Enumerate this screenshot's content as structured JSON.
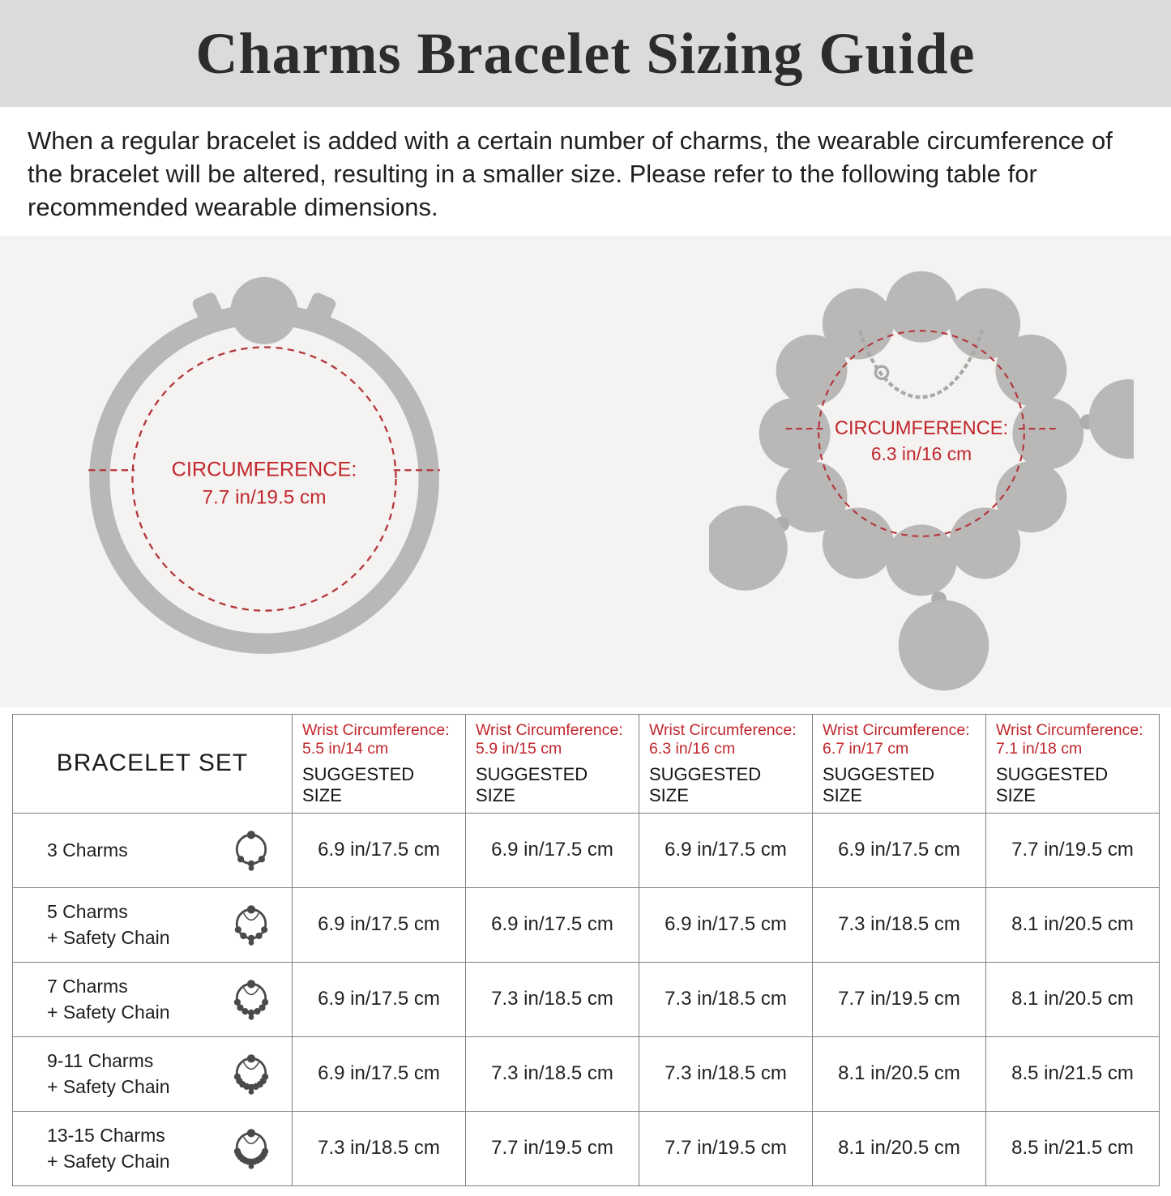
{
  "title": "Charms Bracelet Sizing Guide",
  "intro": "When a regular bracelet is added with a certain number of charms, the wearable circumference of the bracelet will be altered, resulting in a smaller size. Please refer to the following table for recommended wearable dimensions.",
  "diagrams": {
    "plain": {
      "label": "CIRCUMFERENCE:",
      "value": "7.7 in/19.5 cm"
    },
    "charms": {
      "label": "CIRCUMFERENCE:",
      "value": "6.3 in/16 cm"
    }
  },
  "table": {
    "first_header": "BRACELET SET",
    "wrist_label": "Wrist Circumference:",
    "suggested_label": "SUGGESTED SIZE",
    "columns": [
      "5.5 in/14 cm",
      "5.9 in/15 cm",
      "6.3 in/16 cm",
      "6.7 in/17 cm",
      "7.1 in/18 cm"
    ],
    "rows": [
      {
        "label": "3 Charms",
        "label2": "",
        "sizes": [
          "6.9 in/17.5 cm",
          "6.9 in/17.5 cm",
          "6.9 in/17.5 cm",
          "6.9 in/17.5 cm",
          "7.7 in/19.5 cm"
        ]
      },
      {
        "label": "5 Charms",
        "label2": "+ Safety Chain",
        "sizes": [
          "6.9 in/17.5 cm",
          "6.9 in/17.5 cm",
          "6.9 in/17.5 cm",
          "7.3 in/18.5 cm",
          "8.1 in/20.5 cm"
        ]
      },
      {
        "label": "7 Charms",
        "label2": "+ Safety Chain",
        "sizes": [
          "6.9 in/17.5 cm",
          "7.3 in/18.5 cm",
          "7.3 in/18.5 cm",
          "7.7 in/19.5 cm",
          "8.1 in/20.5 cm"
        ]
      },
      {
        "label": "9-11 Charms",
        "label2": "+ Safety Chain",
        "sizes": [
          "6.9 in/17.5 cm",
          "7.3 in/18.5 cm",
          "7.3 in/18.5 cm",
          "8.1 in/20.5 cm",
          "8.5 in/21.5 cm"
        ]
      },
      {
        "label": "13-15 Charms",
        "label2": "+ Safety Chain",
        "sizes": [
          "7.3 in/18.5 cm",
          "7.7 in/19.5 cm",
          "7.7 in/19.5 cm",
          "8.1 in/20.5 cm",
          "8.5 in/21.5 cm"
        ]
      }
    ]
  },
  "colors": {
    "accent_red": "#c1272d",
    "dashed_red": "#b5333a",
    "banner_gray": "#dcdbda",
    "illustration_gray": "#b9b8b6",
    "section_bg": "#f4f3f1"
  }
}
